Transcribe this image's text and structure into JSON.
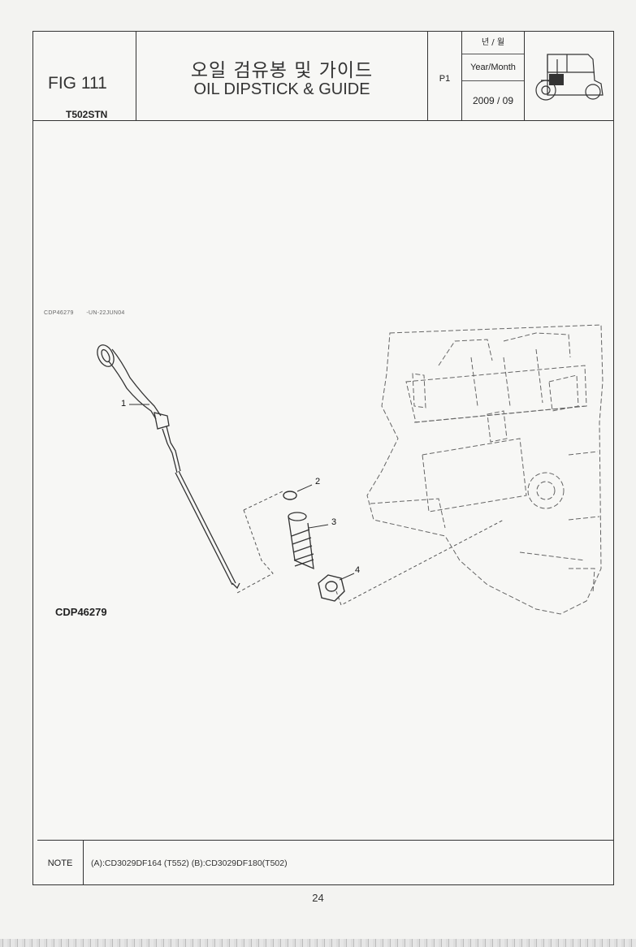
{
  "header": {
    "figure": "FIG 111",
    "model": "T502STN",
    "title_korean": "오일 검유봉 및 가이드",
    "title_english": "OIL DIPSTICK & GUIDE",
    "page_code": "P1",
    "date_label_korean": "년 / 월",
    "date_label_english": "Year/Month",
    "date_value": "2009 / 09"
  },
  "diagram": {
    "reference_small": "CDP46279",
    "reference_small_suffix": "-UN-22JUN04",
    "reference_code": "CDP46279",
    "callouts": [
      "1",
      "2",
      "3",
      "4"
    ]
  },
  "note": {
    "label": "NOTE",
    "text": "(A):CD3029DF164 (T552)  (B):CD3029DF180(T502)"
  },
  "page_number": "24"
}
